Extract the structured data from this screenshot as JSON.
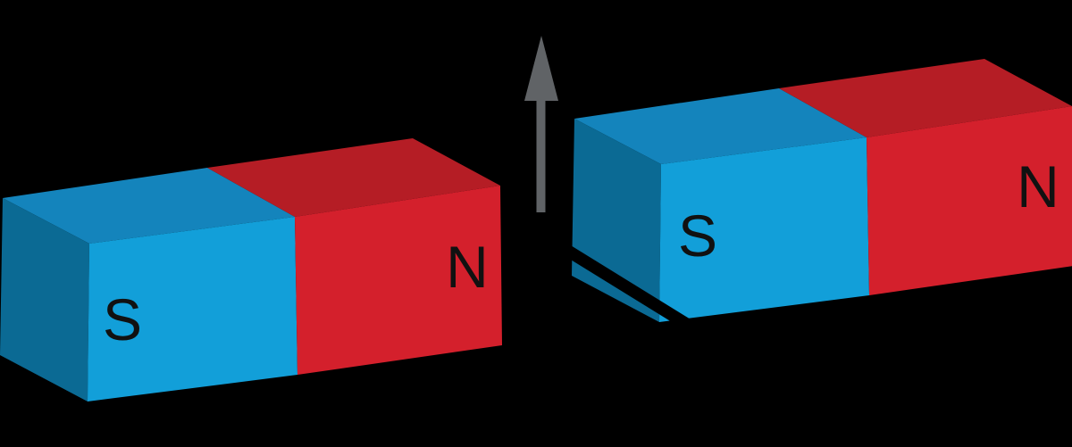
{
  "colors": {
    "background": "#000000",
    "south_front": "#129fd9",
    "south_top": "#1484bc",
    "south_side": "#0b6a94",
    "north_front": "#d4202c",
    "north_top": "#b51d25",
    "label_text": "#111111",
    "arrow": "#606366",
    "separation_line": "#000000"
  },
  "left_magnet": {
    "south_label": "S",
    "north_label": "N"
  },
  "right_magnet": {
    "south_label": "S",
    "north_label": "N"
  },
  "arrow": {
    "icon": "arrow-up-icon",
    "direction": "up"
  }
}
